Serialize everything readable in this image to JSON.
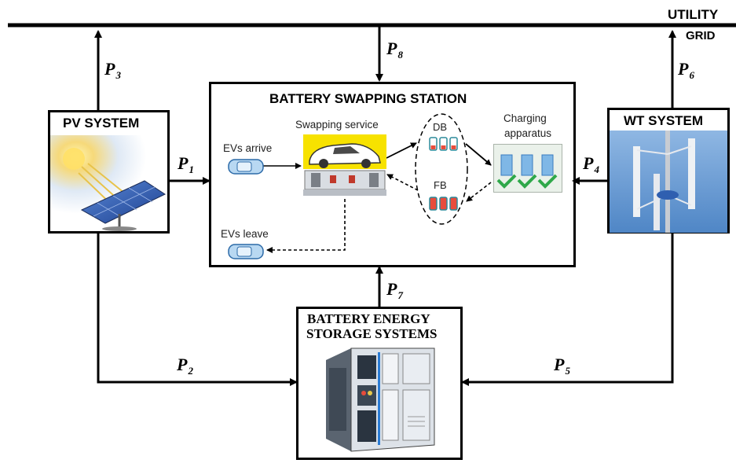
{
  "grid": {
    "line1": "UTILITY",
    "line2": "GRID"
  },
  "pv": {
    "title": "PV SYSTEM"
  },
  "wt": {
    "title": "WT SYSTEM"
  },
  "station": {
    "title": "BATTERY SWAPPING STATION",
    "swapping_service": "Swapping service",
    "evs_arrive": "EVs arrive",
    "evs_leave": "EVs leave",
    "db": "DB",
    "fb": "FB",
    "charging_line1": "Charging",
    "charging_line2": "apparatus"
  },
  "bess": {
    "line1": "BATTERY ENERGY",
    "line2": "STORAGE SYSTEMS"
  },
  "flows": {
    "p1": {
      "main": "P",
      "sub": "1"
    },
    "p2": {
      "main": "P",
      "sub": "2"
    },
    "p3": {
      "main": "P",
      "sub": "3"
    },
    "p4": {
      "main": "P",
      "sub": "4"
    },
    "p5": {
      "main": "P",
      "sub": "5"
    },
    "p6": {
      "main": "P",
      "sub": "6"
    },
    "p7": {
      "main": "P",
      "sub": "7"
    },
    "p8": {
      "main": "P",
      "sub": "8"
    }
  }
}
